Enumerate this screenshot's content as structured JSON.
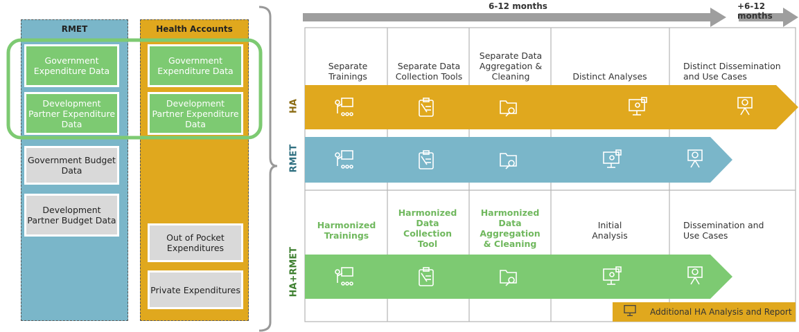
{
  "left_panel": {
    "rmet_title": "RMET",
    "ha_title": "Health Accounts",
    "rmet_boxes": [
      "Government Expenditure Data",
      "Development Partner Expenditure Data",
      "Government Budget Data",
      "Development Partner Budget Data"
    ],
    "ha_boxes": [
      "Government Expenditure Data",
      "Development Partner Expenditure Data",
      "Out of Pocket Expenditures",
      "Private Expenditures"
    ]
  },
  "timeline": {
    "span1": "6-12 months",
    "span2": "+6-12 months"
  },
  "stages_separate": [
    "Separate Trainings",
    "Separate Data Collection Tools",
    "Separate Data Aggregation & Cleaning",
    "Distinct Analyses",
    "Distinct Dissemination and Use Cases"
  ],
  "stages_harmonized": [
    "Harmonized Trainings",
    "Harmonized Data Collection Tool",
    "Harmonized Data Aggregation & Cleaning",
    "Initial Analysis",
    "Dissemination and Use Cases"
  ],
  "row_labels": {
    "ha": "HA",
    "rmet": "RMET",
    "combined": "HA+RMET"
  },
  "additional": "Additional HA Analysis and Report",
  "colors": {
    "ha": "#e0a81e",
    "rmet": "#7ab6c9",
    "combined": "#7dca72",
    "highlight": "#70b85e",
    "arrow": "#9e9e9e"
  }
}
